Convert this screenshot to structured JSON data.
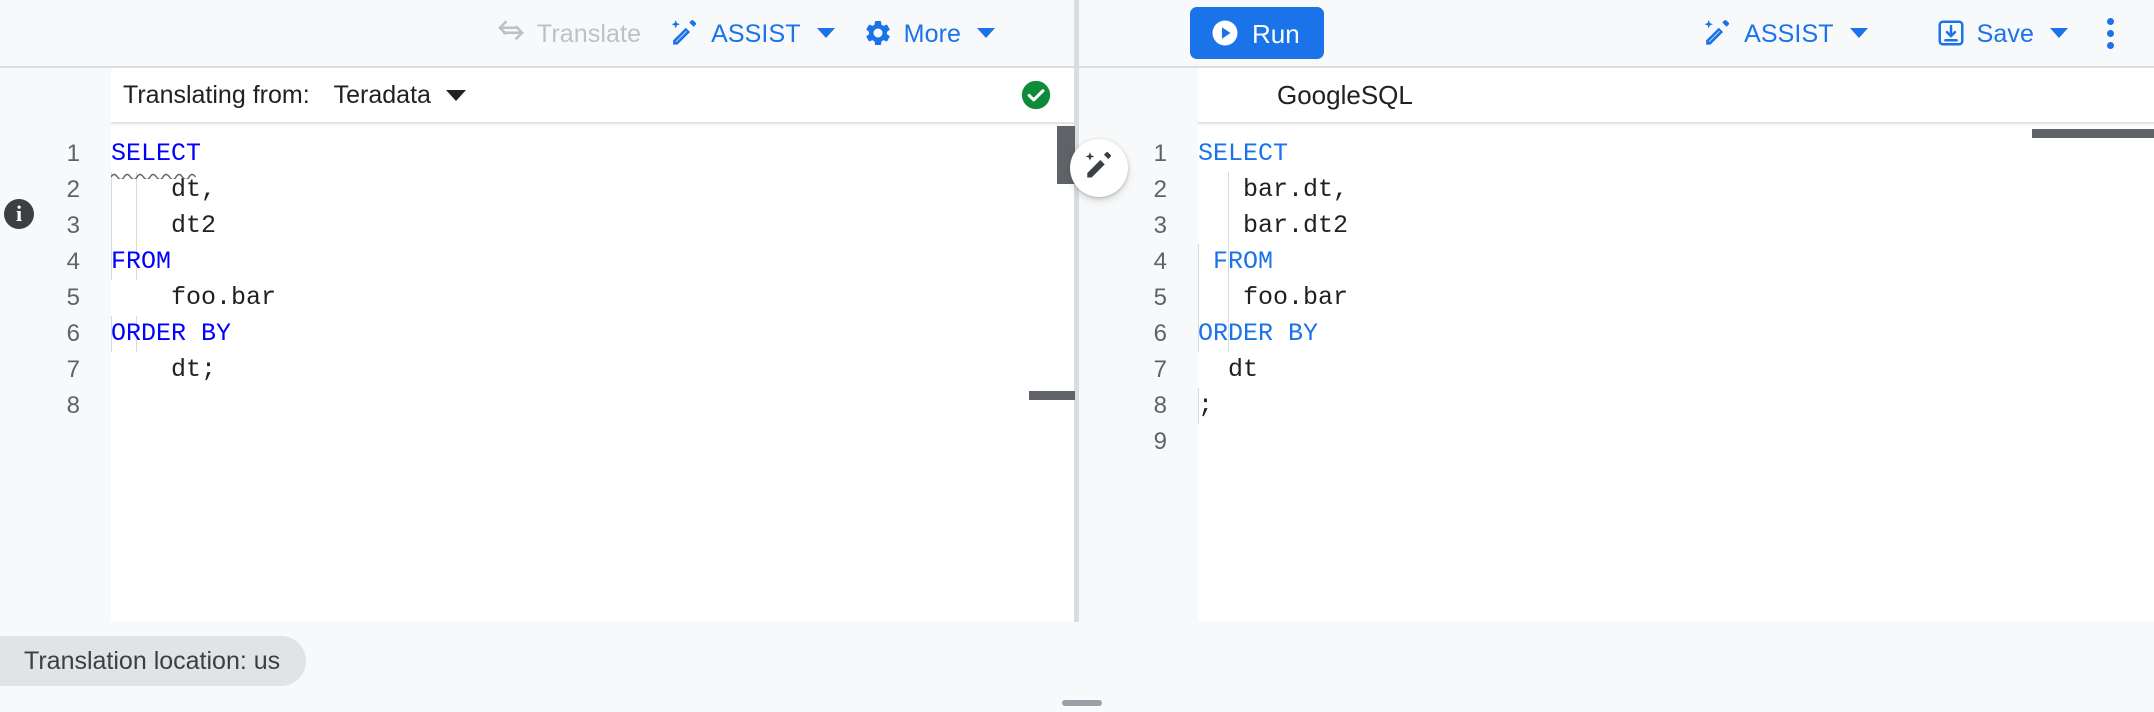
{
  "toolbar": {
    "left_buttons": [
      {
        "label": "Translate",
        "icon": "translate-swap-icon",
        "disabled": true
      },
      {
        "label": "ASSIST",
        "icon": "magic-pencil-icon",
        "has_caret": true
      },
      {
        "label": "More",
        "icon": "gear-icon",
        "has_caret": true
      }
    ],
    "run_label": "Run",
    "run_icon": "play-circle-icon",
    "right_buttons": [
      {
        "label": "ASSIST",
        "icon": "magic-pencil-icon",
        "has_caret": true
      },
      {
        "label": "Save",
        "icon": "save-download-icon",
        "has_caret": true
      }
    ],
    "overflow_icon": "kebab-menu-icon"
  },
  "source_panel": {
    "header_label": "Translating from:",
    "dialect": "Teradata",
    "status_icon": "green-check-circle-icon",
    "info_icon": "info-circle-icon",
    "lines": [
      {
        "n": "1",
        "tokens": [
          {
            "t": "SELECT",
            "c": "kw"
          }
        ]
      },
      {
        "n": "2",
        "tokens": [
          {
            "t": "    dt,",
            "c": ""
          }
        ]
      },
      {
        "n": "3",
        "tokens": [
          {
            "t": "    dt2",
            "c": ""
          }
        ]
      },
      {
        "n": "4",
        "tokens": [
          {
            "t": "FROM",
            "c": "kw"
          }
        ]
      },
      {
        "n": "5",
        "tokens": [
          {
            "t": "    foo.bar",
            "c": ""
          }
        ]
      },
      {
        "n": "6",
        "tokens": [
          {
            "t": "ORDER BY",
            "c": "kw"
          }
        ]
      },
      {
        "n": "7",
        "tokens": [
          {
            "t": "    dt;",
            "c": ""
          }
        ]
      },
      {
        "n": "8",
        "tokens": [
          {
            "t": "",
            "c": ""
          }
        ]
      }
    ]
  },
  "target_panel": {
    "dialect": "GoogleSQL",
    "assist_icon": "magic-pencil-icon",
    "lines": [
      {
        "n": "1",
        "tokens": [
          {
            "t": "SELECT",
            "c": "kw"
          }
        ]
      },
      {
        "n": "2",
        "tokens": [
          {
            "t": "   bar.dt,",
            "c": ""
          }
        ]
      },
      {
        "n": "3",
        "tokens": [
          {
            "t": "   bar.dt2",
            "c": ""
          }
        ]
      },
      {
        "n": "4",
        "tokens": [
          {
            "t": " FROM",
            "c": "kw"
          }
        ]
      },
      {
        "n": "5",
        "tokens": [
          {
            "t": "   foo.bar",
            "c": ""
          }
        ]
      },
      {
        "n": "6",
        "tokens": [
          {
            "t": "ORDER BY",
            "c": "kw"
          }
        ]
      },
      {
        "n": "7",
        "tokens": [
          {
            "t": "  dt",
            "c": ""
          }
        ]
      },
      {
        "n": "8",
        "tokens": [
          {
            "t": ";",
            "c": ""
          }
        ]
      },
      {
        "n": "9",
        "tokens": [
          {
            "t": "",
            "c": ""
          }
        ]
      }
    ]
  },
  "status_bar": {
    "location_chip": "Translation location: us"
  },
  "colors": {
    "accent": "#1a73e8",
    "success": "#0f8a38",
    "source_keyword": "#0000ff",
    "target_keyword": "#1a73e8",
    "disabled_text": "#bdc1c6",
    "panel_bg": "#f8f9fa"
  }
}
